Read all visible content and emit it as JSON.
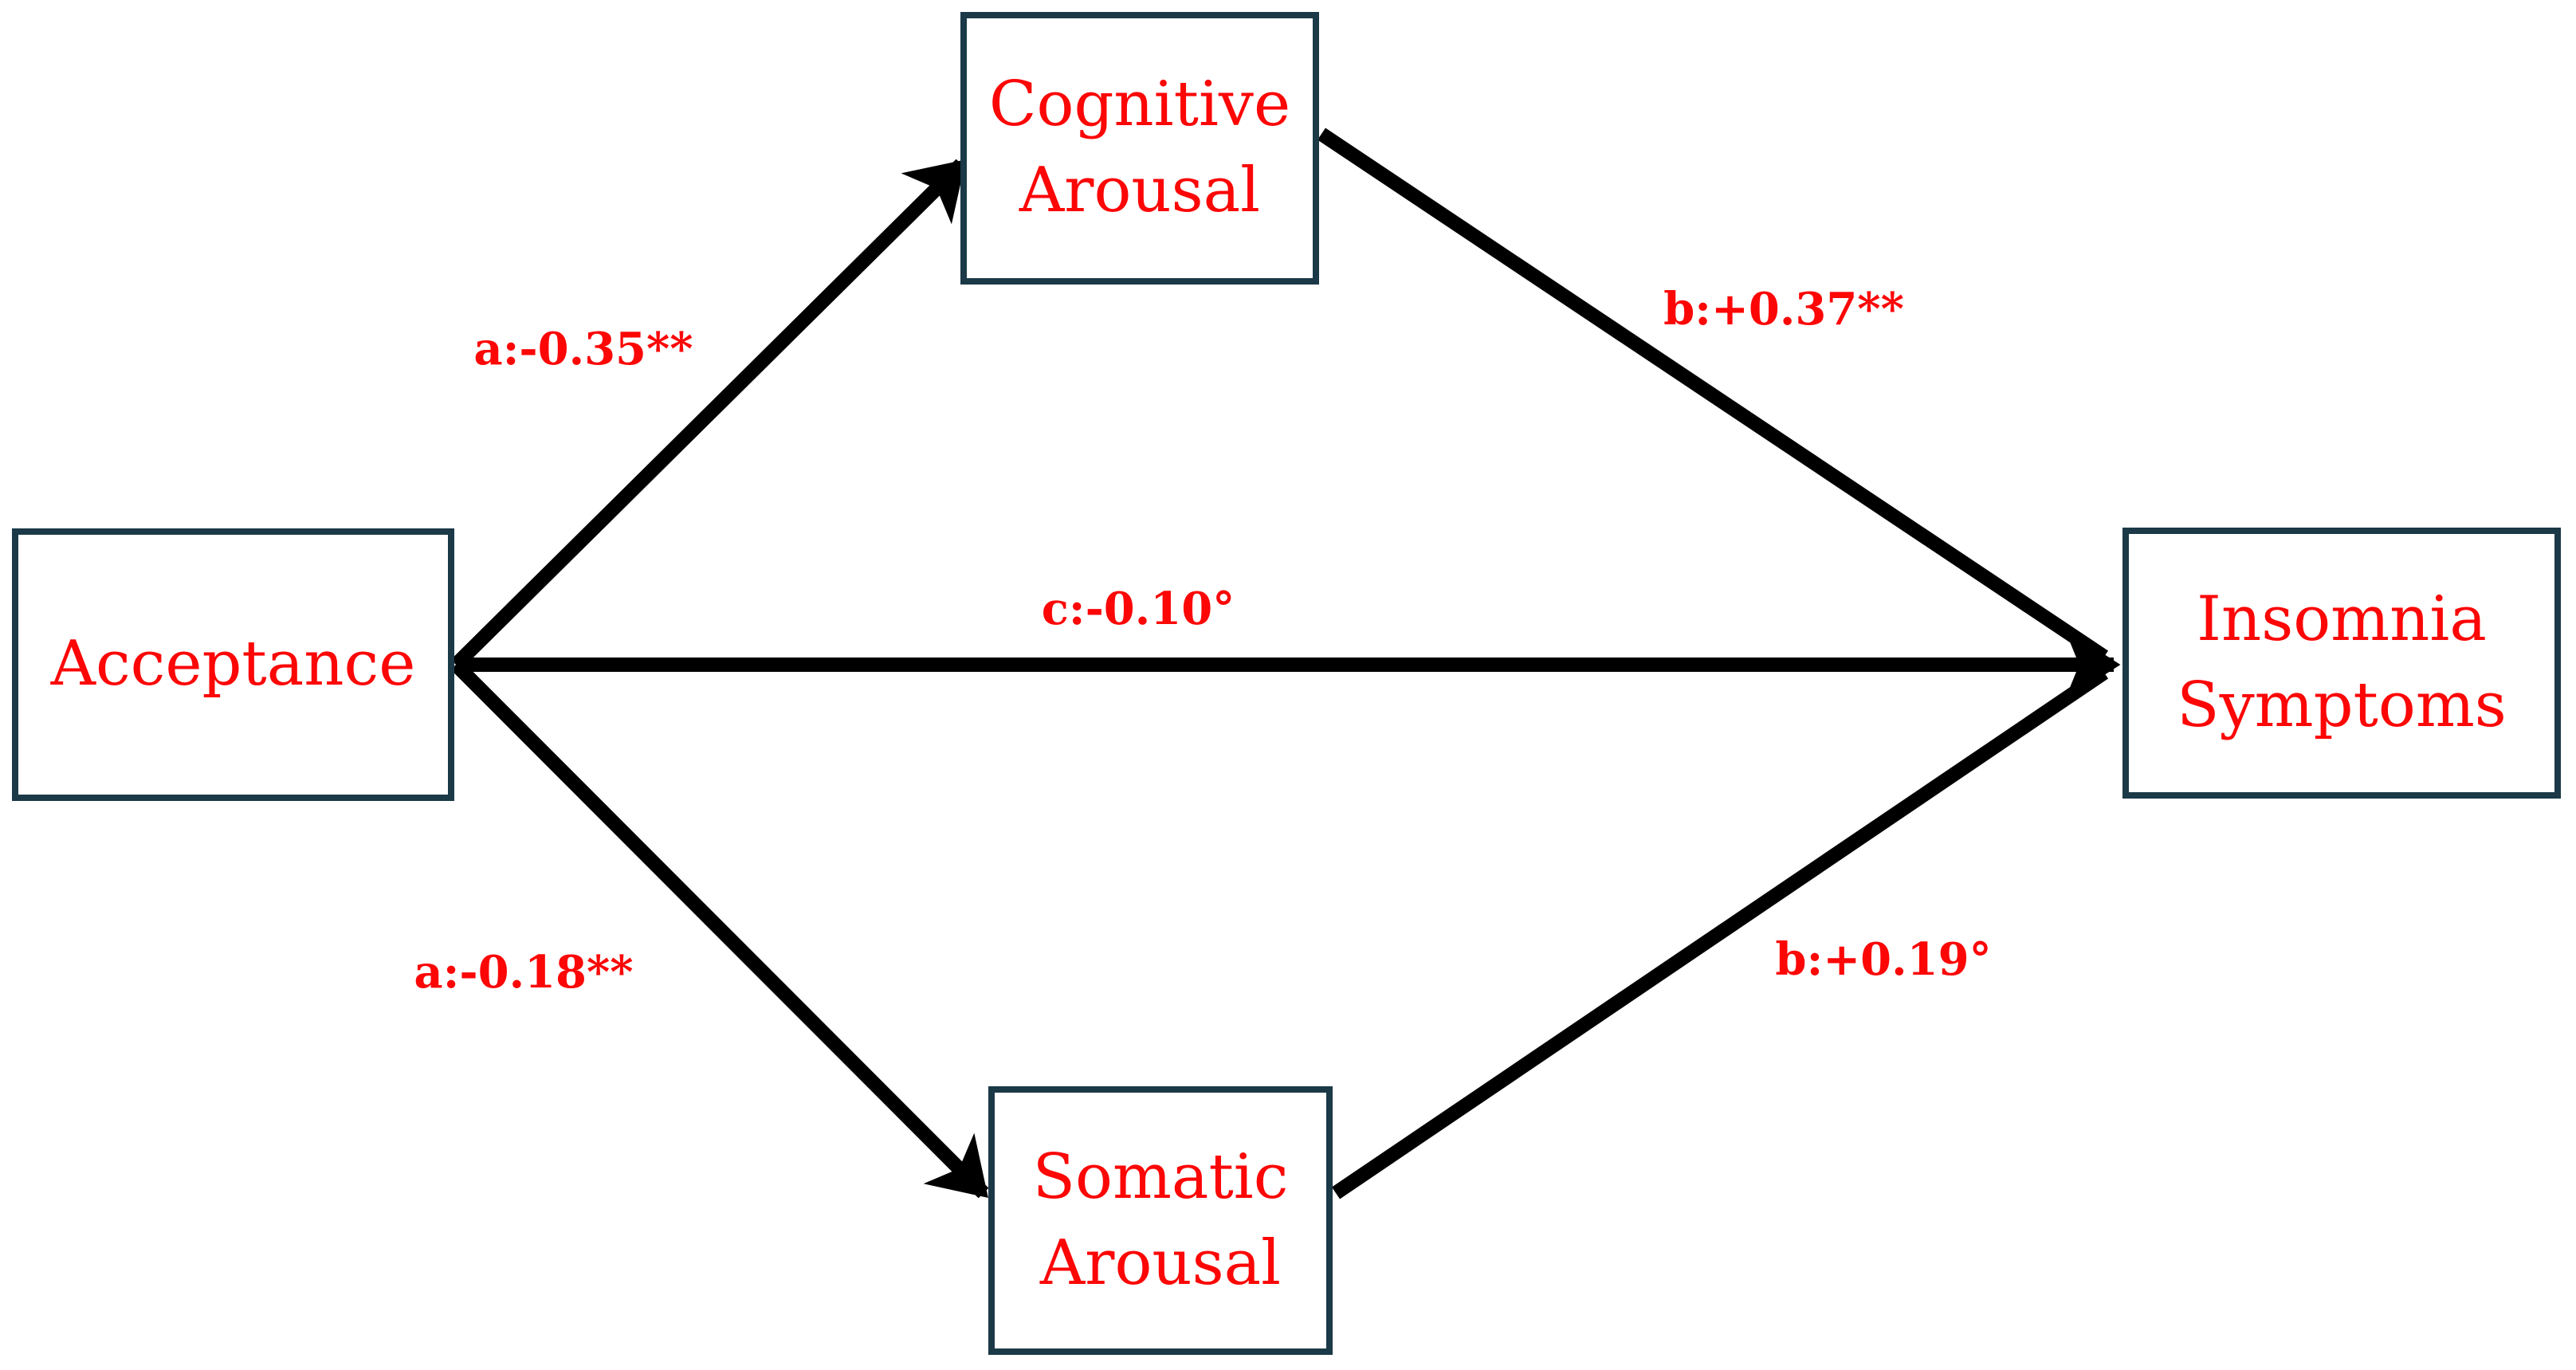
{
  "diagram": {
    "type": "mediation-path-diagram",
    "nodes": {
      "acceptance": {
        "label": "Acceptance"
      },
      "cognitive_arousal": {
        "label": "Cognitive\nArousal"
      },
      "somatic_arousal": {
        "label": "Somatic\nArousal"
      },
      "insomnia_symptoms": {
        "label": "Insomnia\nSymptoms"
      }
    },
    "paths": {
      "a1": {
        "label": "a:-0.35**",
        "from": "acceptance",
        "to": "cognitive_arousal"
      },
      "b1": {
        "label": "b:+0.37**",
        "from": "cognitive_arousal",
        "to": "insomnia_symptoms"
      },
      "c": {
        "label": "c:-0.10°",
        "from": "acceptance",
        "to": "insomnia_symptoms"
      },
      "a2": {
        "label": "a:-0.18**",
        "from": "acceptance",
        "to": "somatic_arousal"
      },
      "b2": {
        "label": "b:+0.19°",
        "from": "somatic_arousal",
        "to": "insomnia_symptoms"
      }
    },
    "colors": {
      "background": "#ffffff",
      "box_border": "#1b3947",
      "label_text": "#fc0606",
      "arrow": "#000000"
    }
  }
}
